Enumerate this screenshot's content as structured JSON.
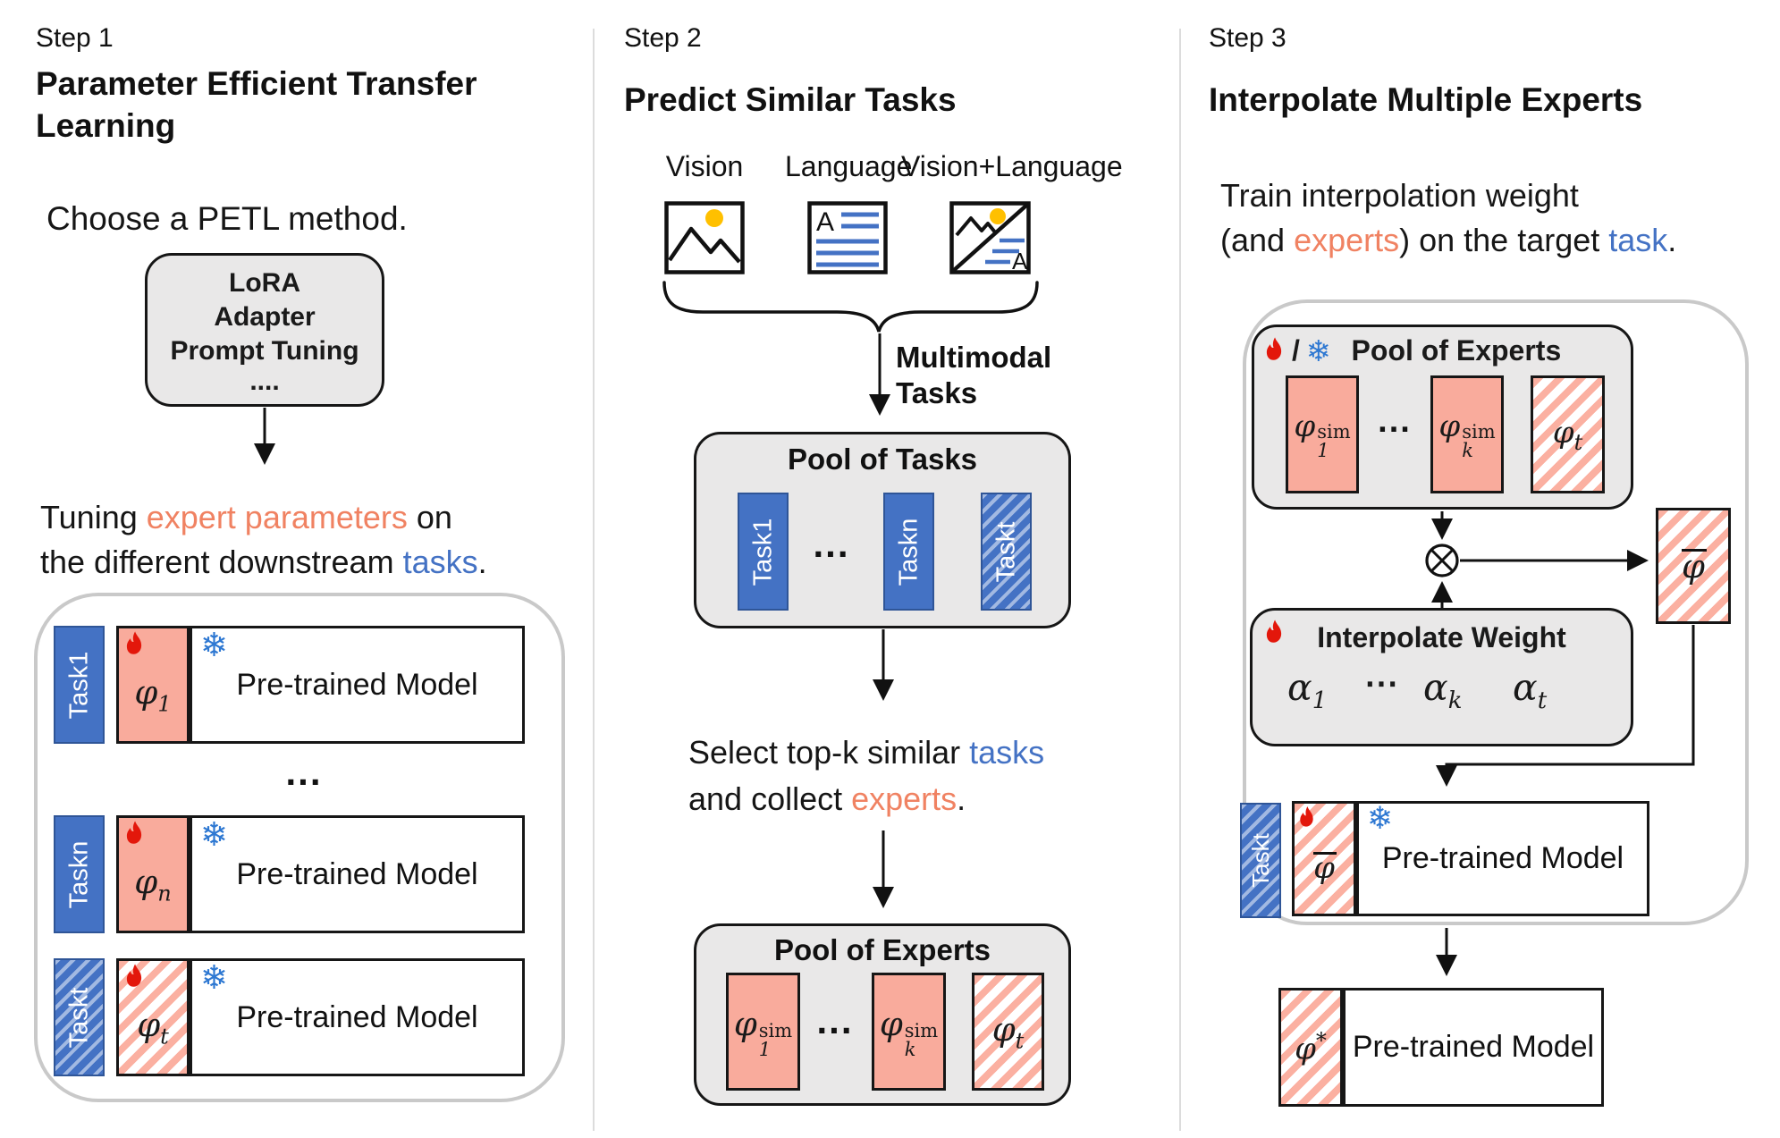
{
  "icons": {
    "snowflake": "❄",
    "slash": "/"
  },
  "colors": {
    "blue": "#4472c4",
    "salmon_text": "#f08262",
    "pink_fill": "#f9ab9c",
    "gray_fill": "#e9e8e8",
    "container_border": "#c9c9c9",
    "flame_red": "#e3170b",
    "snow_blue": "#2e78d2",
    "sun_yellow": "#ffc000"
  },
  "step1": {
    "step_label": "Step 1",
    "title": "Parameter Efficient Transfer Learning",
    "subtitle": "Choose a PETL method.",
    "petl_methods": [
      "LoRA",
      "Adapter",
      "Prompt Tuning",
      "...."
    ],
    "tuning": {
      "t1": "Tuning ",
      "t2": "expert parameters",
      "t3": " on",
      "t4": "the different downstream ",
      "t5": "tasks",
      "t6": "."
    },
    "dots": "...",
    "rows": [
      {
        "task": "Task1",
        "expert_base": "φ",
        "expert_sub": "1",
        "model": "Pre-trained Model"
      },
      {
        "task": "Taskn",
        "expert_base": "φ",
        "expert_sub": "n",
        "model": "Pre-trained Model"
      },
      {
        "task": "Taskt",
        "expert_base": "φ",
        "expert_sub": "t",
        "model": "Pre-trained Model"
      }
    ]
  },
  "step2": {
    "step_label": "Step 2",
    "title": "Predict Similar Tasks",
    "modalities": [
      "Vision",
      "Language",
      "Vision+Language"
    ],
    "multimodal_line1": "Multimodal",
    "multimodal_line2": "Tasks",
    "pool_tasks": {
      "title": "Pool of Tasks",
      "t1": "Task1",
      "dots": "...",
      "t2": "Taskn",
      "t3": "Taskt"
    },
    "select": {
      "s1": "Select top-k similar ",
      "s2": "tasks",
      "s3": "and collect ",
      "s4": "experts",
      "s5": "."
    },
    "pool_experts": {
      "title": "Pool of Experts",
      "dots": "...",
      "e1": {
        "base": "φ",
        "sub": "1",
        "sup": "sim"
      },
      "e2": {
        "base": "φ",
        "sub": "k",
        "sup": "sim"
      },
      "e3": {
        "base": "φ",
        "sub": "t"
      }
    }
  },
  "step3": {
    "step_label": "Step 3",
    "title": "Interpolate Multiple Experts",
    "train": {
      "t1": "Train interpolation weight",
      "t2": "(and ",
      "t3": "experts",
      "t4": ") on the target ",
      "t5": "task",
      "t6": "."
    },
    "pool_experts": {
      "title": "Pool of Experts",
      "dots": "...",
      "e1": {
        "base": "φ",
        "sub": "1",
        "sup": "sim"
      },
      "e2": {
        "base": "φ",
        "sub": "k",
        "sup": "sim"
      },
      "e3": {
        "base": "φ",
        "sub": "t"
      }
    },
    "interp": {
      "title": "Interpolate Weight",
      "dots": "⋯",
      "a1": {
        "base": "α",
        "sub": "1"
      },
      "a2": {
        "base": "α",
        "sub": "k"
      },
      "a3": {
        "base": "α",
        "sub": "t"
      }
    },
    "phibar": {
      "base": "φ"
    },
    "task": "Taskt",
    "model": "Pre-trained Model",
    "phistar": {
      "base": "φ",
      "sup": "*"
    },
    "final_model": "Pre-trained Model"
  }
}
